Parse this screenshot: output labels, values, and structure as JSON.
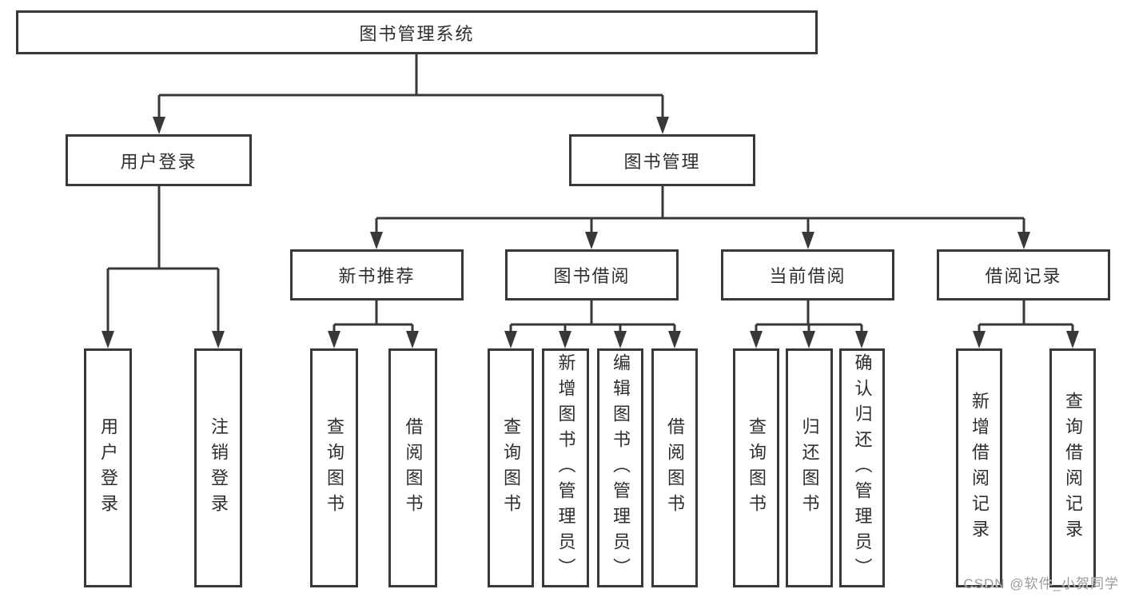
{
  "tree": {
    "label": "图书管理系统",
    "children": [
      {
        "label": "用户登录",
        "children": [
          {
            "label": "用户登录"
          },
          {
            "label": "注销登录"
          }
        ]
      },
      {
        "label": "图书管理",
        "children": [
          {
            "label": "新书推荐",
            "children": [
              {
                "label": "查询图书"
              },
              {
                "label": "借阅图书"
              }
            ]
          },
          {
            "label": "图书借阅",
            "children": [
              {
                "label": "查询图书"
              },
              {
                "label": "新增图书（管理员）"
              },
              {
                "label": "编辑图书（管理员）"
              },
              {
                "label": "借阅图书"
              }
            ]
          },
          {
            "label": "当前借阅",
            "children": [
              {
                "label": "查询图书"
              },
              {
                "label": "归还图书"
              },
              {
                "label": "确认归还（管理员）"
              }
            ]
          },
          {
            "label": "借阅记录",
            "children": [
              {
                "label": "新增借阅记录"
              },
              {
                "label": "查询借阅记录"
              }
            ]
          }
        ]
      }
    ]
  },
  "watermark": "CSDN @软件_小贺同学",
  "colors": {
    "line": "#383838",
    "box_border": "#383838",
    "text": "#2e2e2e",
    "watermark": "#9b9b9b",
    "background": "#ffffff"
  }
}
